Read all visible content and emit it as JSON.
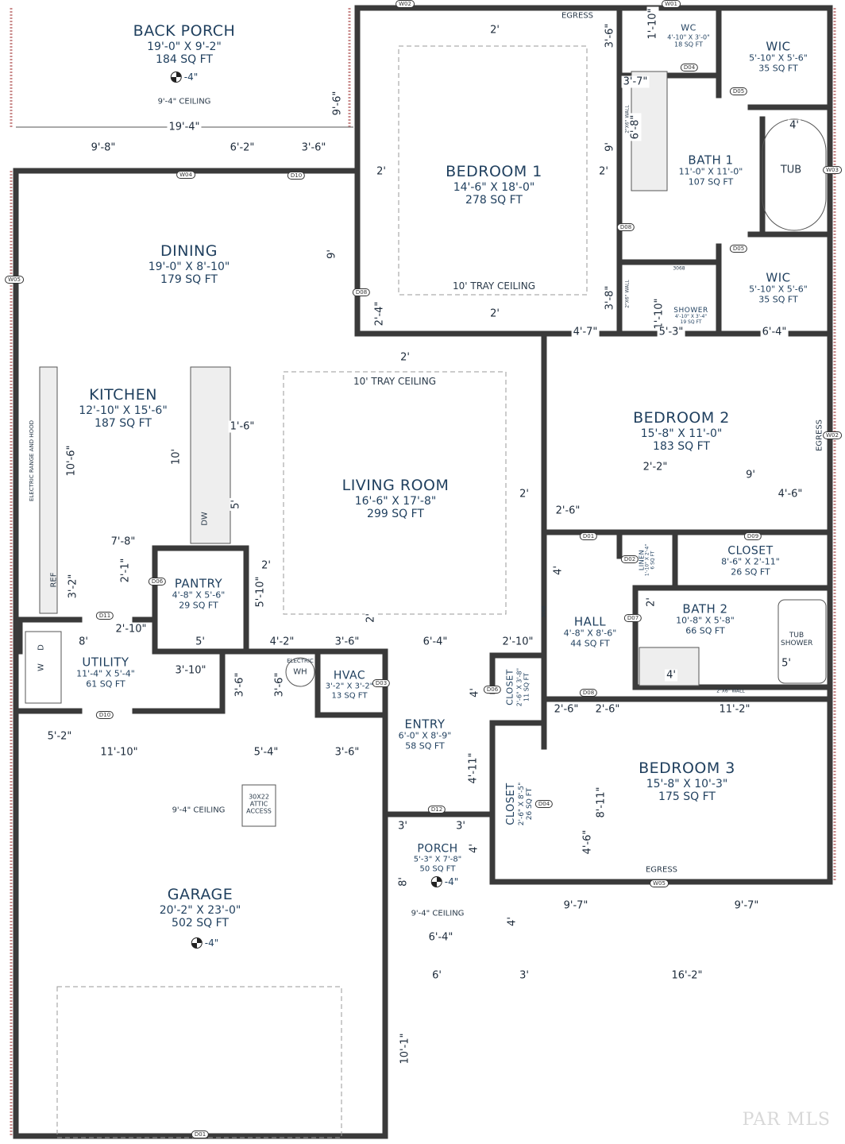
{
  "rooms": [
    {
      "name": "BACK PORCH",
      "dims": "19'-0\" X 9'-2\"",
      "sqft": "184 SQ FT"
    },
    {
      "name": "BEDROOM 1",
      "dims": "14'-6\" X 18'-0\"",
      "sqft": "278 SQ FT"
    },
    {
      "name": "WC",
      "dims": "4'-10\" X 3'-0\"",
      "sqft": "18 SQ FT"
    },
    {
      "name": "WIC",
      "dims": "5'-10\" X 5'-6\"",
      "sqft": "35 SQ FT"
    },
    {
      "name": "BATH 1",
      "dims": "11'-0\" X 11'-0\"",
      "sqft": "107 SQ FT"
    },
    {
      "name": "WIC",
      "dims": "5'-10\" X 5'-6\"",
      "sqft": "35 SQ FT"
    },
    {
      "name": "DINING",
      "dims": "19'-0\" X 8'-10\"",
      "sqft": "179 SQ FT"
    },
    {
      "name": "KITCHEN",
      "dims": "12'-10\" X 15'-6\"",
      "sqft": "187 SQ FT"
    },
    {
      "name": "LIVING ROOM",
      "dims": "16'-6\" X 17'-8\"",
      "sqft": "299 SQ FT"
    },
    {
      "name": "BEDROOM 2",
      "dims": "15'-8\" X 11'-0\"",
      "sqft": "183 SQ FT"
    },
    {
      "name": "CLOSET",
      "dims": "8'-6\" X 2'-11\"",
      "sqft": "26 SQ FT"
    },
    {
      "name": "PANTRY",
      "dims": "4'-8\" X 5'-6\"",
      "sqft": "29 SQ FT"
    },
    {
      "name": "HALL",
      "dims": "4'-8\" X 8'-6\"",
      "sqft": "44 SQ FT"
    },
    {
      "name": "BATH 2",
      "dims": "10'-8\" X 5'-8\"",
      "sqft": "66 SQ FT"
    },
    {
      "name": "UTILITY",
      "dims": "11'-4\" X 5'-4\"",
      "sqft": "61 SQ FT"
    },
    {
      "name": "HVAC",
      "dims": "3'-2\" X 3'-2\"",
      "sqft": "13 SQ FT"
    },
    {
      "name": "ENTRY",
      "dims": "6'-0\" X 8'-9\"",
      "sqft": "58 SQ FT"
    },
    {
      "name": "BEDROOM 3",
      "dims": "15'-8\" X 10'-3\"",
      "sqft": "175 SQ FT"
    },
    {
      "name": "PORCH",
      "dims": "5'-3\" X 7'-8\"",
      "sqft": "50 SQ FT"
    },
    {
      "name": "GARAGE",
      "dims": "20'-2\" X 23'-0\"",
      "sqft": "502 SQ FT"
    },
    {
      "name": "LINEN",
      "dims": "1'-10\" X 2'-4\"",
      "sqft": "6 SQ FT"
    },
    {
      "name": "CLOSET",
      "dims": "2'-6\" X 3'-8\"",
      "sqft": "11 SQ FT"
    },
    {
      "name": "CLOSET",
      "dims": "2'-6\" X 8'-5\"",
      "sqft": "26 SQ FT"
    },
    {
      "name": "SHOWER",
      "dims": "4'-10\" X 3'-4\"",
      "sqft": "19 SQ FT"
    }
  ],
  "dimensions": [
    "9'-6\"",
    "19'-4\"",
    "9'-8\"",
    "6'-2\"",
    "3'-6\"",
    "2'",
    "2'",
    "2'",
    "9'",
    "2'",
    "2'-4\"",
    "3'-6\"",
    "9'",
    "3'-8\"",
    "1'-10\"",
    "3'-7\"",
    "6'-8\"",
    "4'",
    "1'-10\"",
    "2'",
    "4'-7\"",
    "5'-3\"",
    "6'-4\"",
    "2'-2\"",
    "9'",
    "4'-6\"",
    "2'-6\"",
    "4'",
    "2'",
    "5'",
    "4'",
    "2'-6\"",
    "2'-6\"",
    "11'-2\"",
    "1'-6\"",
    "10'",
    "5'",
    "10'-6\"",
    "7'-8\"",
    "2'-1\"",
    "3'-2\"",
    "2'",
    "5'-10\"",
    "2'-10\"",
    "8'",
    "5'",
    "4'-2\"",
    "3'-6\"",
    "2'",
    "6'-4\"",
    "2'-10\"",
    "3'-10\"",
    "3'-6\"",
    "3'-6\"",
    "4'",
    "5'-2\"",
    "11'-10\"",
    "5'-4\"",
    "3'-6\"",
    "4'-11\"",
    "8'-11\"",
    "4'-6\"",
    "3'",
    "3'",
    "4'",
    "8'",
    "9'-7\"",
    "9'-7\"",
    "4'",
    "6'-4\"",
    "6'",
    "3'",
    "16'-2\"",
    "10'-1\"",
    "2'"
  ],
  "notes": {
    "ceiling_back_porch": "9'-4\" CEILING",
    "tray_bed1": "10' TRAY CEILING",
    "tray_living": "10' TRAY CEILING",
    "ceiling_garage": "9'-4\" CEILING",
    "ceiling_porch": "9'-4\" CEILING",
    "egress_top": "EGRESS",
    "egress_right": "EGRESS",
    "egress_bottom": "EGRESS",
    "tub": "TUB",
    "tub_shower": "TUB SHOWER",
    "ref": "REF",
    "range": "ELECTRIC RANGE AND HOOD",
    "dw": "DW",
    "electric": "ELECTRIC",
    "wh": "WH",
    "attic": "30X22 ATTIC ACCESS",
    "wall_2x6_a": "2\"X6\" WALL",
    "wall_2x6_b": "2\"X6\" WALL",
    "wall_2x6_c": "2\"X6\" WALL",
    "door_3068_a": "3068",
    "door_3068_b": "3068",
    "washer": "W",
    "dryer": "D"
  },
  "elevations": [
    "-4\"",
    "-4\"",
    "-4\""
  ],
  "tags": [
    "W02",
    "W01",
    "W03",
    "W04",
    "W05",
    "D10",
    "D08",
    "D04",
    "D05",
    "D05",
    "D08",
    "D06",
    "D01",
    "D02",
    "D07",
    "D09",
    "D08",
    "D03",
    "D11",
    "D10",
    "D12",
    "D04",
    "D06",
    "W02",
    "W05",
    "D01"
  ],
  "watermark": "PAR MLS",
  "colors": {
    "wall": "#3a3a3a",
    "text": "#1f3f5e",
    "exterior_hatch": "#c98a8a"
  }
}
